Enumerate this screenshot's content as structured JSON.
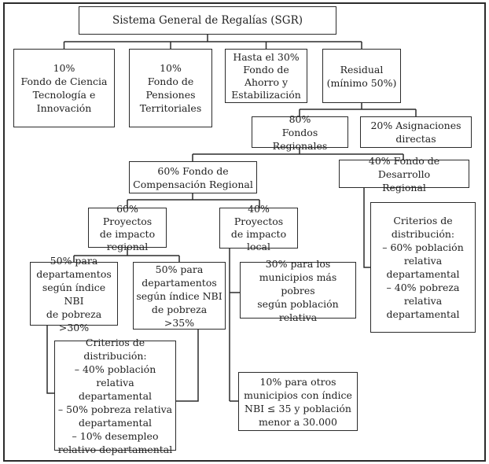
{
  "colors": {
    "ink": "#2b2b2b",
    "background": "#ffffff"
  },
  "nodes": {
    "sgr": {
      "lines": [
        "Sistema General de Regalías (SGR)"
      ]
    },
    "ciencia": {
      "lines": [
        "10%",
        "Fondo de Ciencia",
        "Tecnología e",
        "Innovación"
      ]
    },
    "pensiones": {
      "lines": [
        "10%",
        "Fondo de",
        "Pensiones",
        "Territoriales"
      ]
    },
    "ahorro": {
      "lines": [
        "Hasta el 30%",
        "Fondo de",
        "Ahorro y",
        "Estabilización"
      ]
    },
    "residual": {
      "lines": [
        "Residual",
        "(mínimo 50%)"
      ]
    },
    "fondos_regionales": {
      "lines": [
        "80%",
        "Fondos Regionales"
      ]
    },
    "asignaciones_directas": {
      "lines": [
        "20% Asignaciones",
        "directas"
      ]
    },
    "compensacion": {
      "lines": [
        "60% Fondo de",
        "Compensación Regional"
      ]
    },
    "desarrollo": {
      "lines": [
        "40% Fondo de Desarrollo",
        "Regional"
      ]
    },
    "impacto_regional": {
      "lines": [
        "60% Proyectos",
        "de impacto",
        "regional"
      ]
    },
    "impacto_local": {
      "lines": [
        "40% Proyectos",
        "de impacto",
        "local"
      ]
    },
    "dep30": {
      "lines": [
        "50% para",
        "departamentos",
        "según índice NBI",
        "de pobreza >30%"
      ]
    },
    "dep35": {
      "lines": [
        "50% para",
        "departamentos",
        "según índice NBI",
        "de pobreza >35%"
      ]
    },
    "mun30": {
      "lines": [
        "30% para los",
        "municipios más pobres",
        "según población",
        "relativa"
      ]
    },
    "criterios_fcr": {
      "lines": [
        "Criterios de distribución:",
        "– 40% población relativa",
        "departamental",
        "– 50% pobreza relativa",
        "departamental",
        "– 10% desempleo",
        "relativo departamental"
      ]
    },
    "mun10": {
      "lines": [
        "10% para otros",
        "municipios con índice",
        "NBI ≤ 35 y población",
        "menor a 30.000"
      ]
    },
    "criterios_fdr": {
      "lines": [
        "Criterios de",
        "distribución:",
        "– 60% población",
        "relativa",
        "departamental",
        "– 40% pobreza",
        "relativa",
        "departamental"
      ]
    }
  },
  "edges": [
    {
      "from": "sgr",
      "to": "ciencia"
    },
    {
      "from": "sgr",
      "to": "pensiones"
    },
    {
      "from": "sgr",
      "to": "ahorro"
    },
    {
      "from": "sgr",
      "to": "residual"
    },
    {
      "from": "residual",
      "to": "fondos_regionales"
    },
    {
      "from": "residual",
      "to": "asignaciones_directas"
    },
    {
      "from": "fondos_regionales",
      "to": "compensacion"
    },
    {
      "from": "fondos_regionales",
      "to": "desarrollo"
    },
    {
      "from": "compensacion",
      "to": "impacto_regional"
    },
    {
      "from": "compensacion",
      "to": "impacto_local"
    },
    {
      "from": "impacto_regional",
      "to": "dep30"
    },
    {
      "from": "impacto_regional",
      "to": "dep35"
    },
    {
      "from": "impacto_local",
      "to": "mun30"
    },
    {
      "from": "impacto_local",
      "to": "mun10"
    },
    {
      "from": "dep30",
      "to": "criterios_fcr"
    },
    {
      "from": "dep35",
      "to": "criterios_fcr"
    },
    {
      "from": "desarrollo",
      "to": "criterios_fdr"
    }
  ]
}
